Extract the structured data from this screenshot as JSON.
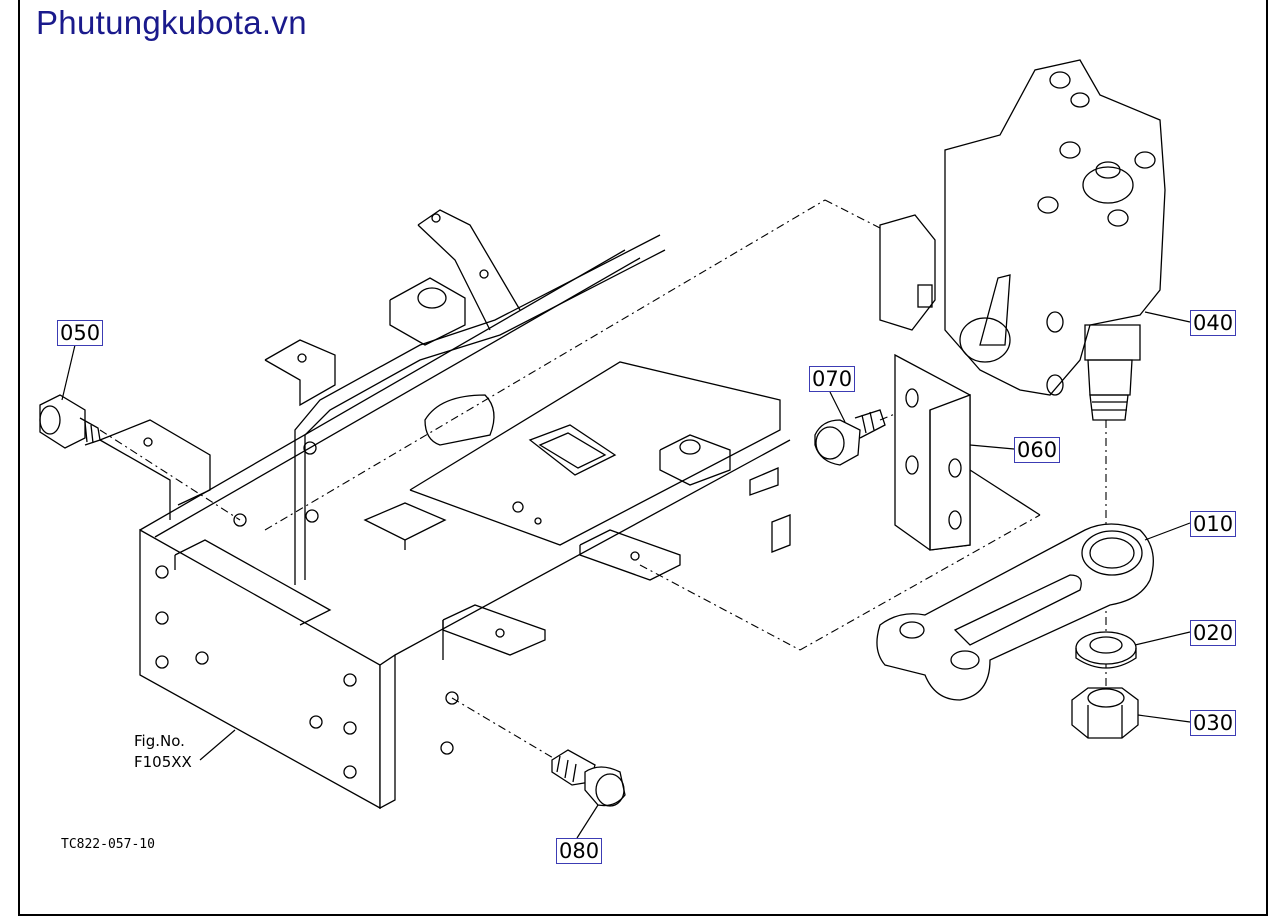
{
  "watermark": "Phutungkubota.vn",
  "callouts": {
    "p050": "050",
    "p070": "070",
    "p040": "040",
    "p060": "060",
    "p010": "010",
    "p020": "020",
    "p030": "030",
    "p080": "080"
  },
  "figure_ref": {
    "line1": "Fig.No.",
    "line2": "F105XX"
  },
  "drawing_code": "TC822-057-10",
  "colors": {
    "line": "#000000",
    "callout_border": "#3c3cb4",
    "watermark": "#1a1a8c"
  }
}
